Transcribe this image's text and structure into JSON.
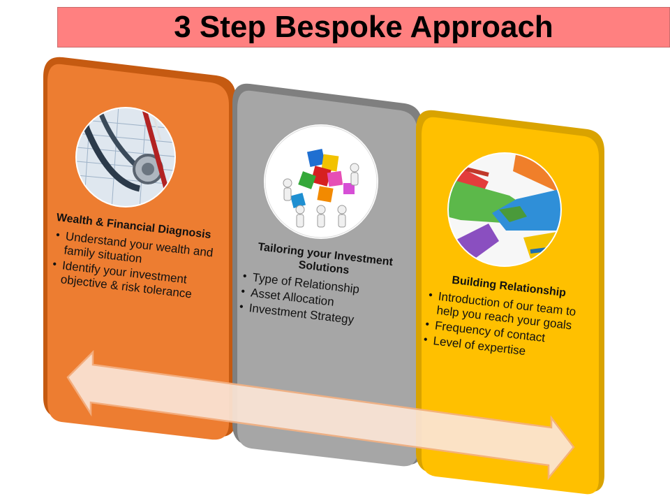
{
  "title": "3 Step Bespoke Approach",
  "colors": {
    "title_bg": "#ff8080",
    "step1": "#ed7d31",
    "step2": "#a6a6a6",
    "step3": "#ffc000",
    "arrow_fill": "#fbe5d6",
    "arrow_stroke": "#f4b183"
  },
  "steps": [
    {
      "title": "Wealth & Financial Diagnosis",
      "image": "stethoscope-image",
      "bullets": [
        "Understand your wealth and family situation",
        "Identify your investment objective & risk tolerance"
      ]
    },
    {
      "title": "Tailoring your Investment Solutions",
      "image": "puzzle-team-image",
      "bullets": [
        "Type of Relationship",
        "Asset Allocation",
        "Investment Strategy"
      ]
    },
    {
      "title": "Building Relationship",
      "image": "handshake-image",
      "bullets": [
        "Introduction of our team to help you reach your goals",
        "Frequency of contact",
        "Level of expertise"
      ]
    }
  ]
}
